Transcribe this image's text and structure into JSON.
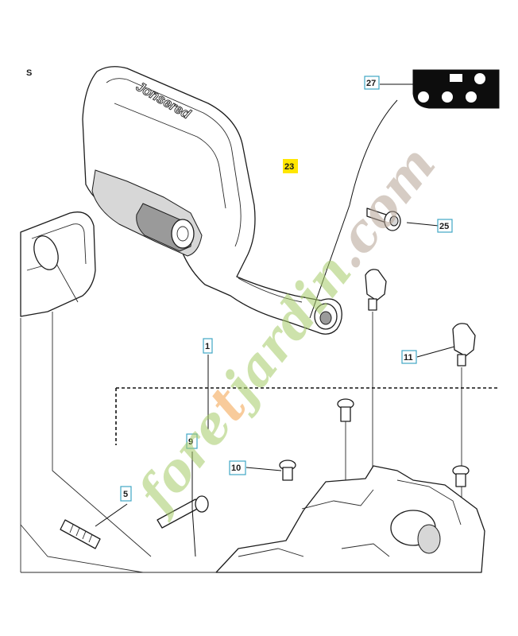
{
  "diagram": {
    "section_letter": "S",
    "brand_text": "Jonsered",
    "callouts": [
      {
        "id": "c27",
        "label": "27",
        "highlight": false
      },
      {
        "id": "c23",
        "label": "23",
        "highlight": true
      },
      {
        "id": "c25",
        "label": "25",
        "highlight": false
      },
      {
        "id": "c1",
        "label": "1",
        "highlight": false
      },
      {
        "id": "c11",
        "label": "11",
        "highlight": false
      },
      {
        "id": "c9",
        "label": "9",
        "highlight": false
      },
      {
        "id": "c10",
        "label": "10",
        "highlight": false
      },
      {
        "id": "c5",
        "label": "5",
        "highlight": false
      }
    ]
  },
  "watermark": {
    "text": "foretjardin.com",
    "colors": {
      "green": "#a6cc68",
      "orange": "#f4a24a",
      "taupe": "#b6a494"
    }
  },
  "colors": {
    "callout_border": "#3fa6c4",
    "callout_highlight": "#ffe600",
    "line": "#1c1c1c"
  }
}
